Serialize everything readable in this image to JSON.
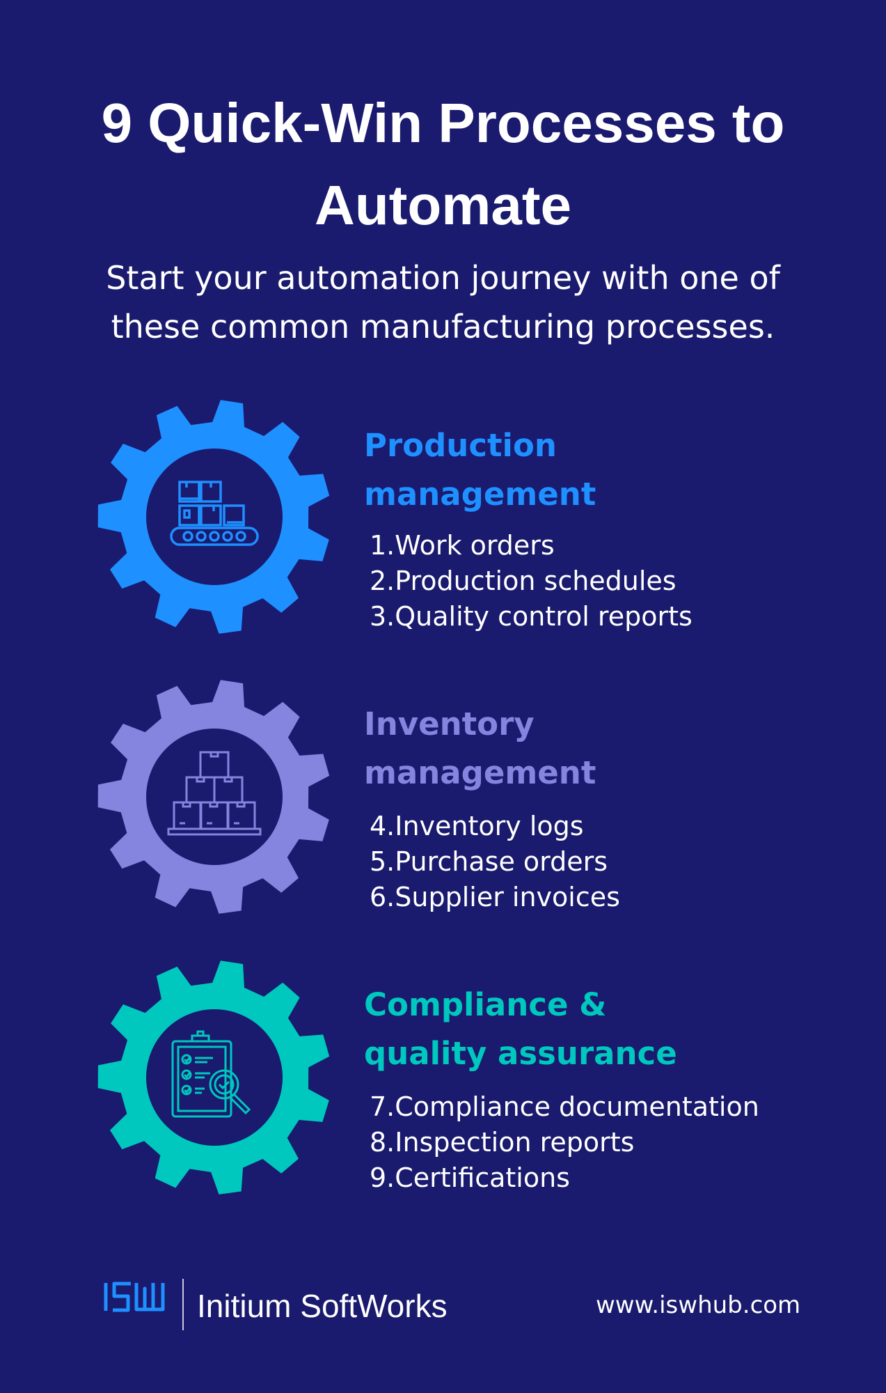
{
  "title_line1": "9 Quick-Win Processes to",
  "title_line2": "Automate",
  "subtitle_line1": "Start your automation journey with one of",
  "subtitle_line2": "these common manufacturing processes.",
  "sections": [
    {
      "heading_line1": "Production",
      "heading_line2": "management",
      "color": "#1e90ff",
      "icon": "conveyor-boxes-icon",
      "items": [
        {
          "num": "1.",
          "label": "Work orders"
        },
        {
          "num": "2.",
          "label": "Production schedules"
        },
        {
          "num": "3.",
          "label": "Quality control reports"
        }
      ]
    },
    {
      "heading_line1": "Inventory",
      "heading_line2": "management",
      "color": "#8585e0",
      "icon": "stacked-boxes-icon",
      "items": [
        {
          "num": "4.",
          "label": "Inventory logs"
        },
        {
          "num": "5.",
          "label": "Purchase orders"
        },
        {
          "num": "6.",
          "label": "Supplier invoices"
        }
      ]
    },
    {
      "heading_line1": "Compliance &",
      "heading_line2": "quality assurance",
      "color": "#00c8be",
      "icon": "clipboard-check-icon",
      "items": [
        {
          "num": "7.",
          "label": "Compliance documentation"
        },
        {
          "num": "8.",
          "label": "Inspection reports"
        },
        {
          "num": "9.",
          "label": "Certifications"
        }
      ]
    }
  ],
  "footer": {
    "logo_text": "ISW",
    "brand": "Initium SoftWorks",
    "url": "www.iswhub.com",
    "logo_color": "#1e90ff"
  }
}
